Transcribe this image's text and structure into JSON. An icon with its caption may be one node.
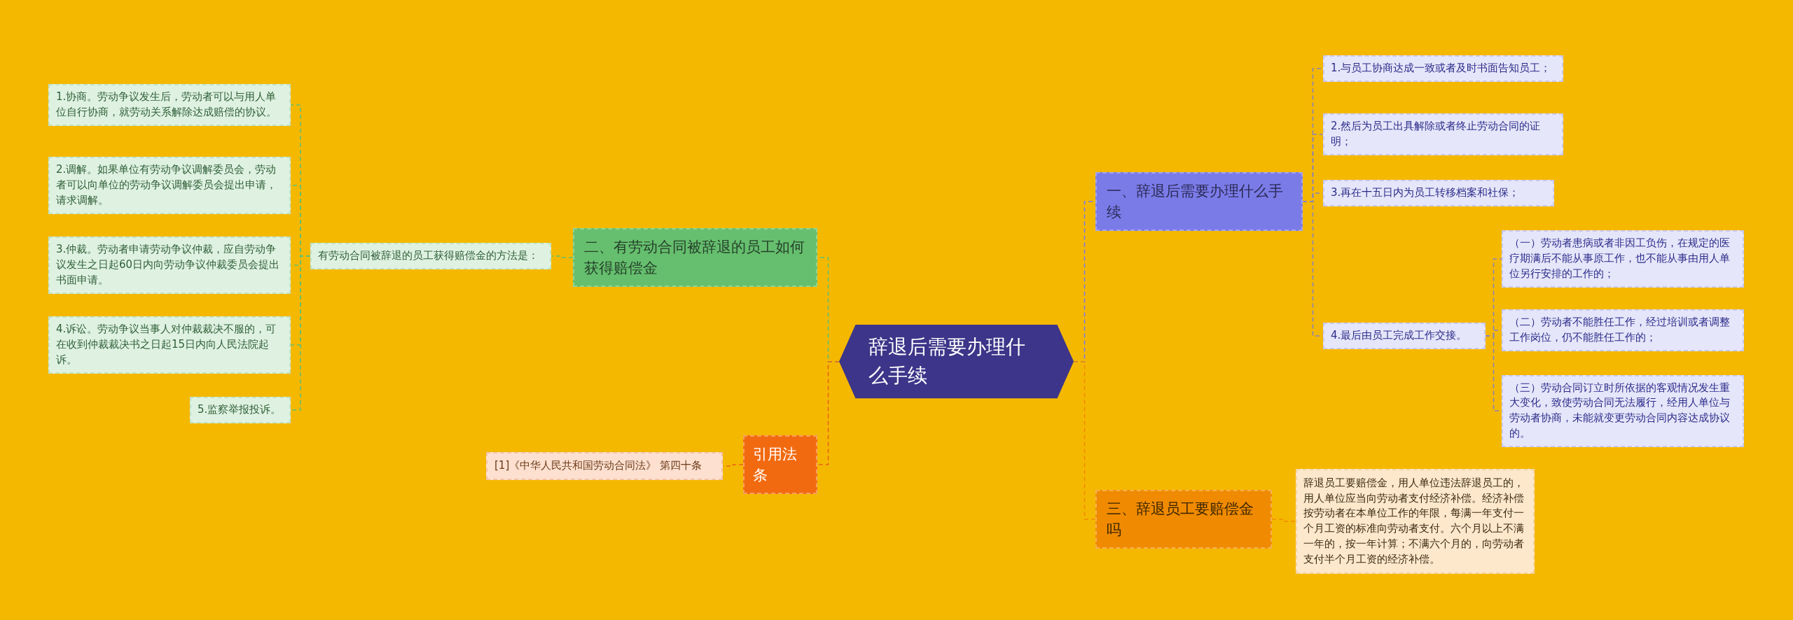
{
  "diagram": {
    "nodes": [
      {
        "text": [
          "辞退后需要办理什么手续"
        ]
      },
      {
        "text": [
          "一、辞退后需要办理什么手续"
        ]
      },
      {
        "text": [
          "1.与员工协商达成一致或者及时书面告知员工；"
        ]
      },
      {
        "text": [
          "2.然后为员工出具解除或者终止劳动合同的证明；"
        ]
      },
      {
        "text": [
          "3.再在十五日内为员工转移档案和社保；"
        ]
      },
      {
        "text": [
          "4.最后由员工完成工作交接。"
        ]
      },
      {
        "text": [
          "（一）劳动者患病或者非因工负伤，在规定的医疗期满后不能从事原工作，也不能从事由用人单位另行安排的工作的；"
        ]
      },
      {
        "text": [
          "（二）劳动者不能胜任工作，经过培训或者调整工作岗位，仍不能胜任工作的；"
        ]
      },
      {
        "text": [
          "（三）劳动合同订立时所依据的客观情况发生重大变化，致使劳动合同无法履行，经用人单位与劳动者协商，未能就变更劳动合同内容达成协议的。"
        ]
      },
      {
        "text": [
          "三、辞退员工要赔偿金吗"
        ]
      },
      {
        "text": [
          "辞退员工要赔偿金，用人单位违法辞退员工的，用人单位应当向劳动者支付经济补偿。经济补偿按劳动者在本单位工作的年限，每满一年支付一个月工资的标准向劳动者支付。六个月以上不满一年的，按一年计算；不满六个月的，向劳动者支付半个月工资的经济补偿。"
        ]
      },
      {
        "text": [
          "二、有劳动合同被辞退的员工如何获得赔偿金"
        ]
      },
      {
        "text": [
          "有劳动合同被辞退的员工获得赔偿金的方法是："
        ]
      },
      {
        "text": [
          "1.协商。劳动争议发生后，劳动者可以与用人单位自行协商，就劳动关系解除达成赔偿的协议。"
        ]
      },
      {
        "text": [
          "2.调解。如果单位有劳动争议调解委员会，劳动者可以向单位的劳动争议调解委员会提出申请，请求调解。"
        ]
      },
      {
        "text": [
          "3.仲裁。劳动者申请劳动争议仲裁，应自劳动争议发生之日起60日内向劳动争议仲裁委员会提出书面申请。"
        ]
      },
      {
        "text": [
          "4.诉讼。劳动争议当事人对仲裁裁决不服的，可在收到仲裁裁决书之日起15日内向人民法院起诉。"
        ]
      },
      {
        "text": [
          "5.监察举报投诉。"
        ]
      },
      {
        "text": [
          "引用法条"
        ]
      },
      {
        "text": [
          "[1]《中华人民共和国劳动合同法》 第四十条"
        ]
      }
    ],
    "edges": [
      {
        "from": 0,
        "to": 1,
        "arrow": "none",
        "style": "dashed",
        "color": "#7b7be8"
      },
      {
        "from": 1,
        "to": 2,
        "arrow": "none",
        "style": "dashed",
        "color": "#8c84b8"
      },
      {
        "from": 1,
        "to": 3,
        "arrow": "none",
        "style": "dashed",
        "color": "#8c84b8"
      },
      {
        "from": 1,
        "to": 4,
        "arrow": "none",
        "style": "dashed",
        "color": "#8c84b8"
      },
      {
        "from": 1,
        "to": 5,
        "arrow": "none",
        "style": "dashed",
        "color": "#8c84b8"
      },
      {
        "from": 5,
        "to": 6,
        "arrow": "none",
        "style": "dashed",
        "color": "#8c84b8"
      },
      {
        "from": 5,
        "to": 7,
        "arrow": "none",
        "style": "dashed",
        "color": "#8c84b8"
      },
      {
        "from": 5,
        "to": 8,
        "arrow": "none",
        "style": "dashed",
        "color": "#8c84b8"
      },
      {
        "from": 0,
        "to": 9,
        "arrow": "none",
        "style": "dashed",
        "color": "#f08a00"
      },
      {
        "from": 9,
        "to": 10,
        "arrow": "none",
        "style": "dashed",
        "color": "#f08a00"
      },
      {
        "from": 0,
        "to": 11,
        "arrow": "none",
        "style": "dashed",
        "color": "#66bf6e"
      },
      {
        "from": 11,
        "to": 12,
        "arrow": "none",
        "style": "dashed",
        "color": "#66bf6e"
      },
      {
        "from": 12,
        "to": 13,
        "arrow": "none",
        "style": "dashed",
        "color": "#66bf6e"
      },
      {
        "from": 12,
        "to": 14,
        "arrow": "none",
        "style": "dashed",
        "color": "#66bf6e"
      },
      {
        "from": 12,
        "to": 15,
        "arrow": "none",
        "style": "dashed",
        "color": "#66bf6e"
      },
      {
        "from": 12,
        "to": 16,
        "arrow": "none",
        "style": "dashed",
        "color": "#66bf6e"
      },
      {
        "from": 12,
        "to": 17,
        "arrow": "none",
        "style": "dashed",
        "color": "#66bf6e"
      },
      {
        "from": 0,
        "to": 18,
        "arrow": "none",
        "style": "dashed",
        "color": "#e8641a"
      },
      {
        "from": 18,
        "to": 19,
        "arrow": "none",
        "style": "dashed",
        "color": "#e8641a"
      }
    ]
  }
}
